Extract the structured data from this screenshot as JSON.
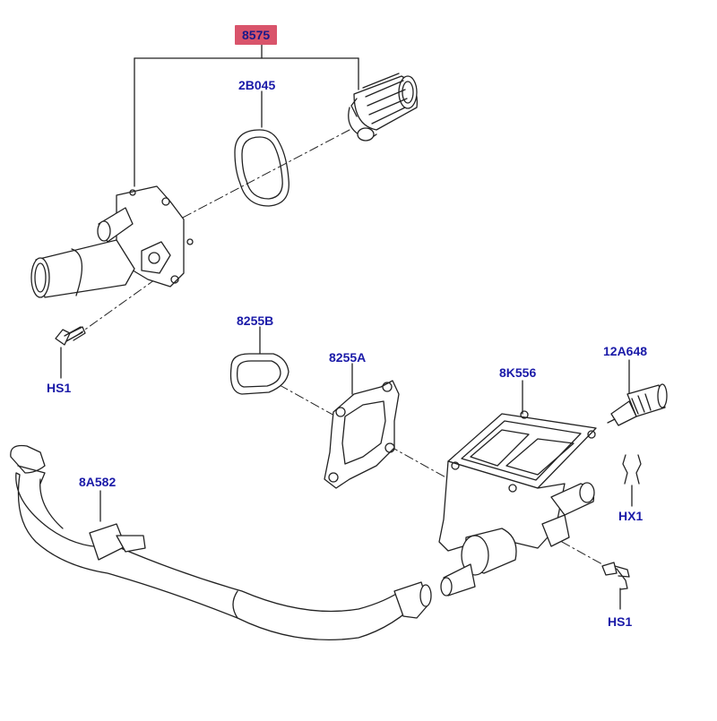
{
  "diagram": {
    "callouts": {
      "thermostat_assembly": "8575",
      "gasket_top": "2B045",
      "gasket_small": "8255B",
      "gasket_plate": "8255A",
      "housing": "8K556",
      "sensor": "12A648",
      "hose": "8A582",
      "bolt_top": "HS1",
      "bolt_bottom": "HS1",
      "connector": "HX1"
    },
    "colors": {
      "label_text": "#1a1aa8",
      "highlight_fill": "#d9546b",
      "line": "#222222",
      "part_fill": "#ffffff"
    }
  }
}
